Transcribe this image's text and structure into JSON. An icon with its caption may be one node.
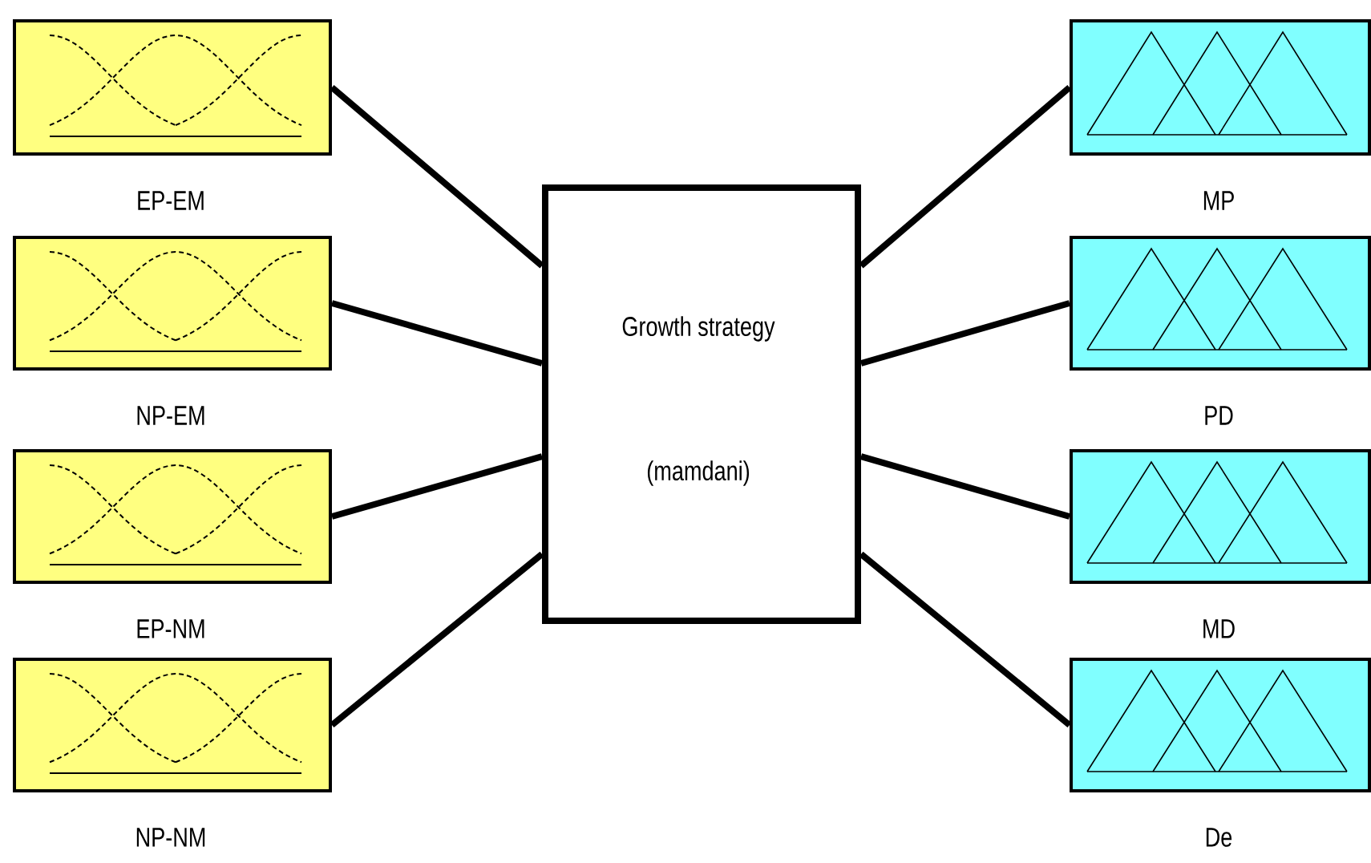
{
  "diagram": {
    "nodes": [
      {
        "text": [
          "EP-EM"
        ]
      },
      {
        "text": [
          "NP-EM"
        ]
      },
      {
        "text": [
          "EP-NM"
        ]
      },
      {
        "text": [
          "NP-NM"
        ]
      },
      {
        "text": [
          "Growth strategy",
          "(mamdani)"
        ]
      },
      {
        "text": [
          "MP"
        ]
      },
      {
        "text": [
          "PD"
        ]
      },
      {
        "text": [
          "MD"
        ]
      },
      {
        "text": [
          "De"
        ]
      }
    ],
    "edges": [
      {
        "from": 0,
        "to": 4,
        "arrow": "none"
      },
      {
        "from": 1,
        "to": 4,
        "arrow": "none"
      },
      {
        "from": 2,
        "to": 4,
        "arrow": "none"
      },
      {
        "from": 3,
        "to": 4,
        "arrow": "none"
      },
      {
        "from": 4,
        "to": 5,
        "arrow": "none"
      },
      {
        "from": 4,
        "to": 6,
        "arrow": "none"
      },
      {
        "from": 4,
        "to": 7,
        "arrow": "none"
      },
      {
        "from": 4,
        "to": 8,
        "arrow": "none"
      }
    ]
  }
}
